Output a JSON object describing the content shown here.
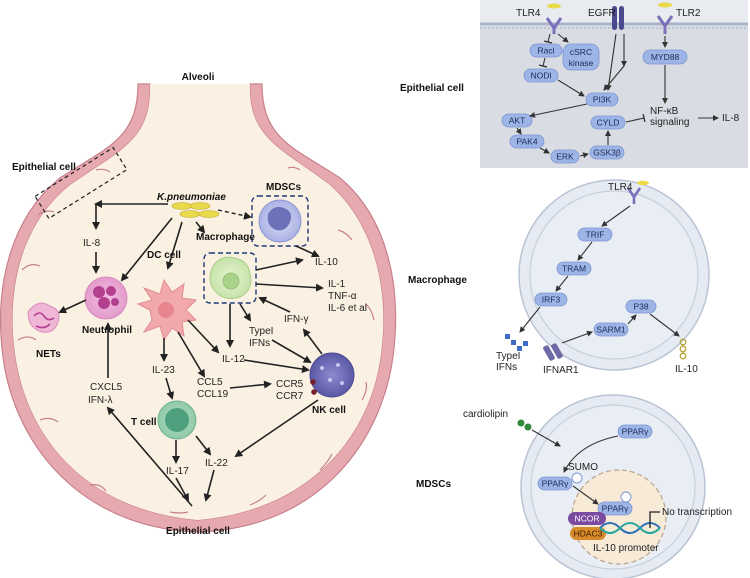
{
  "left": {
    "title": "Alveoli",
    "epithelial_cell_top": "Epithelial cell",
    "k_pneumoniae": "K.pneumoniae",
    "mdscs": "MDSCs",
    "macrophage": "Macrophage",
    "dc_cell": "DC cell",
    "il8": "IL-8",
    "neutrophil": "Neutrophil",
    "nets": "NETs",
    "il10": "IL-10",
    "il1": "IL-1",
    "tnfa": "TNF-α",
    "il6": "IL-6 et al",
    "type1_ifns_a": "TypeI",
    "type1_ifns_b": "IFNs",
    "ifn_gamma": "IFN-γ",
    "il12": "IL-12",
    "il23": "IL-23",
    "ccl5": "CCL5",
    "ccl19": "CCL19",
    "ccr5": "CCR5",
    "ccr7": "CCR7",
    "nk_cell": "NK cell",
    "t_cell": "T cell",
    "il17": "IL-17",
    "il22": "IL-22",
    "cxcl5": "CXCL5",
    "ifn_lambda": "IFN-λ",
    "epithelial_cell_bottom": "Epithelial cell"
  },
  "epithelial_panel": {
    "label": "Epithelial cell",
    "tlr4": "TLR4",
    "egfr": "EGFR",
    "tlr2": "TLR2",
    "rac1": "Racl",
    "csrc_a": "cSRC",
    "csrc_b": "kinase",
    "nod1": "NODl",
    "myd88": "MYD88",
    "pi3k": "PI3K",
    "akt": "AKT",
    "pak4": "PAK4",
    "erk": "ERK",
    "gsk3b": "GSK3β",
    "cyld": "CYLD",
    "nfkb_a": "NF-κB",
    "nfkb_b": "signaling",
    "il8": "IL-8"
  },
  "macrophage_panel": {
    "label": "Macrophage",
    "tlr4": "TLR4",
    "trif": "TRIF",
    "tram": "TRAM",
    "irf3": "IRF3",
    "p38": "P38",
    "sarm1": "SARM1",
    "type1_a": "TypeI",
    "type1_b": "IFNs",
    "ifnar1": "IFNAR1",
    "il10": "IL-10"
  },
  "mdsc_panel": {
    "label": "MDSCs",
    "cardiolipin": "cardiolipin",
    "ppar1": "PPARγ",
    "sumo": "SUMO",
    "ppar2": "PPARγ",
    "ppar3": "PPARγ",
    "ncor": "NCOR",
    "hdac3": "HDAC3",
    "no_transcription": "No transcription",
    "il10_promoter": "IL-10 promoter"
  },
  "colors": {
    "alveoli_fill": "#fbf1e2",
    "alveoli_wall": "#d7919a",
    "pill_blue": "#9db4e6",
    "panel_gray": "#d9dce3",
    "neutrophil": "#c04a9c",
    "mdsc": "#7d86c8",
    "macrophage": "#b9dc9a",
    "dc": "#f1a4a9",
    "nk": "#5c5aa7",
    "tcell": "#4fa07e"
  }
}
